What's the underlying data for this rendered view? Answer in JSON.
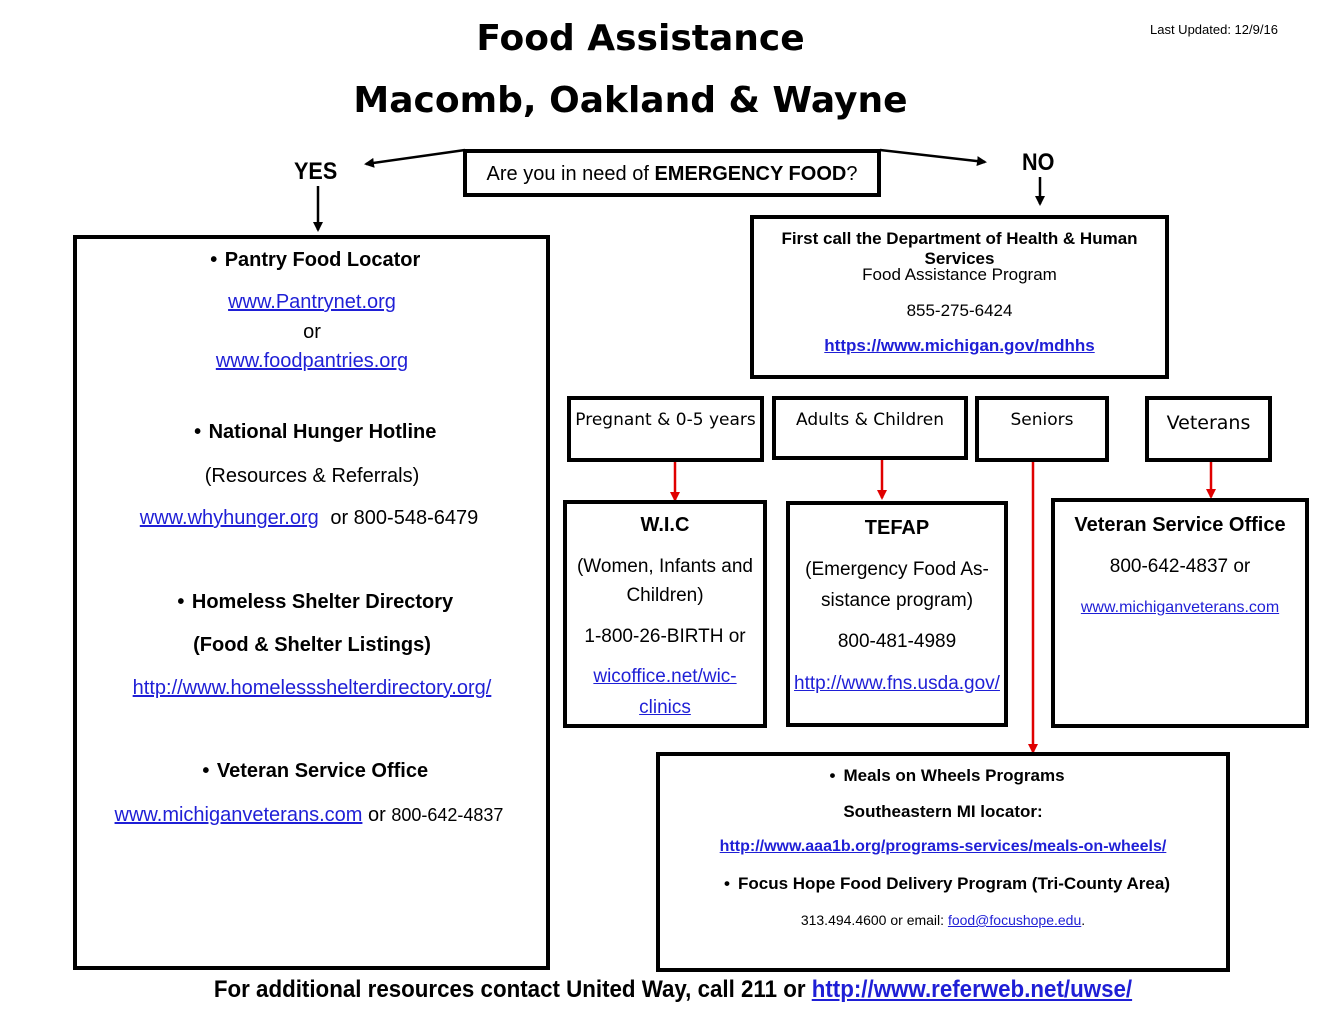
{
  "header": {
    "title_line1": "Food Assistance",
    "title_line2": "Macomb, Oakland  & Wayne",
    "last_updated": "Last Updated: 12/9/16"
  },
  "question": {
    "prefix": "Are you in need of ",
    "emphasis": "EMERGENCY FOOD",
    "suffix": "?",
    "yes_label": "YES",
    "no_label": "NO"
  },
  "left_panel": {
    "pantry": {
      "heading": "Pantry Food Locator",
      "link1": "www.Pantrynet.org",
      "or_text": "or",
      "link2": "www.foodpantries.org"
    },
    "hotline": {
      "heading": "National Hunger Hotline",
      "subheading": "(Resources & Referrals)",
      "link": "www.whyhunger.org",
      "phone_text": "or 800-548-6479"
    },
    "shelter": {
      "heading": "Homeless Shelter Directory",
      "subheading": "(Food & Shelter Listings)",
      "link": "http://www.homelessshelterdirectory.org/"
    },
    "veteran": {
      "heading": "Veteran Service Office",
      "link": "www.michiganveterans.com",
      "or_text": "or",
      "phone": "800-642-4837"
    }
  },
  "dhhs_box": {
    "line1": "First call the Department of Health & Human Services",
    "line2": "Food Assistance Program",
    "phone": "855-275-6424",
    "link": "https://www.michigan.gov/mdhhs"
  },
  "categories": {
    "pregnant": "Pregnant & 0-5 years",
    "adults": "Adults & Children",
    "seniors": "Seniors",
    "veterans": "Veterans"
  },
  "wic_box": {
    "title": "W.I.C",
    "desc1": "(Women, Infants and",
    "desc2": "Children)",
    "phone": "1-800-26-BIRTH or",
    "link1": "wicoffice.net/wic-",
    "link2": "clinics"
  },
  "tefap_box": {
    "title": "TEFAP",
    "desc1": "(Emergency Food As-",
    "desc2": "sistance program)",
    "phone": "800-481-4989",
    "link": "http://www.fns.usda.gov/"
  },
  "veteran_box": {
    "title": "Veteran Service Office",
    "phone": "800-642-4837 or",
    "link": "www.michiganveterans.com"
  },
  "meals_box": {
    "heading": "Meals on Wheels Programs",
    "subheading": "Southeastern MI locator:",
    "link": "http://www.aaa1b.org/programs-services/meals-on-wheels/",
    "focus_heading": "Focus Hope Food Delivery Program (Tri-County Area)",
    "focus_contact": "313.494.4600 or email: ",
    "focus_email": "food@focushope.edu",
    "focus_period": "."
  },
  "footer": {
    "text": "For additional resources contact United Way, call 211 or ",
    "link": "http://www.referweb.net/uwse/"
  },
  "colors": {
    "link": "#1f1fd6",
    "red_arrow": "#e00000",
    "border": "#000000"
  }
}
